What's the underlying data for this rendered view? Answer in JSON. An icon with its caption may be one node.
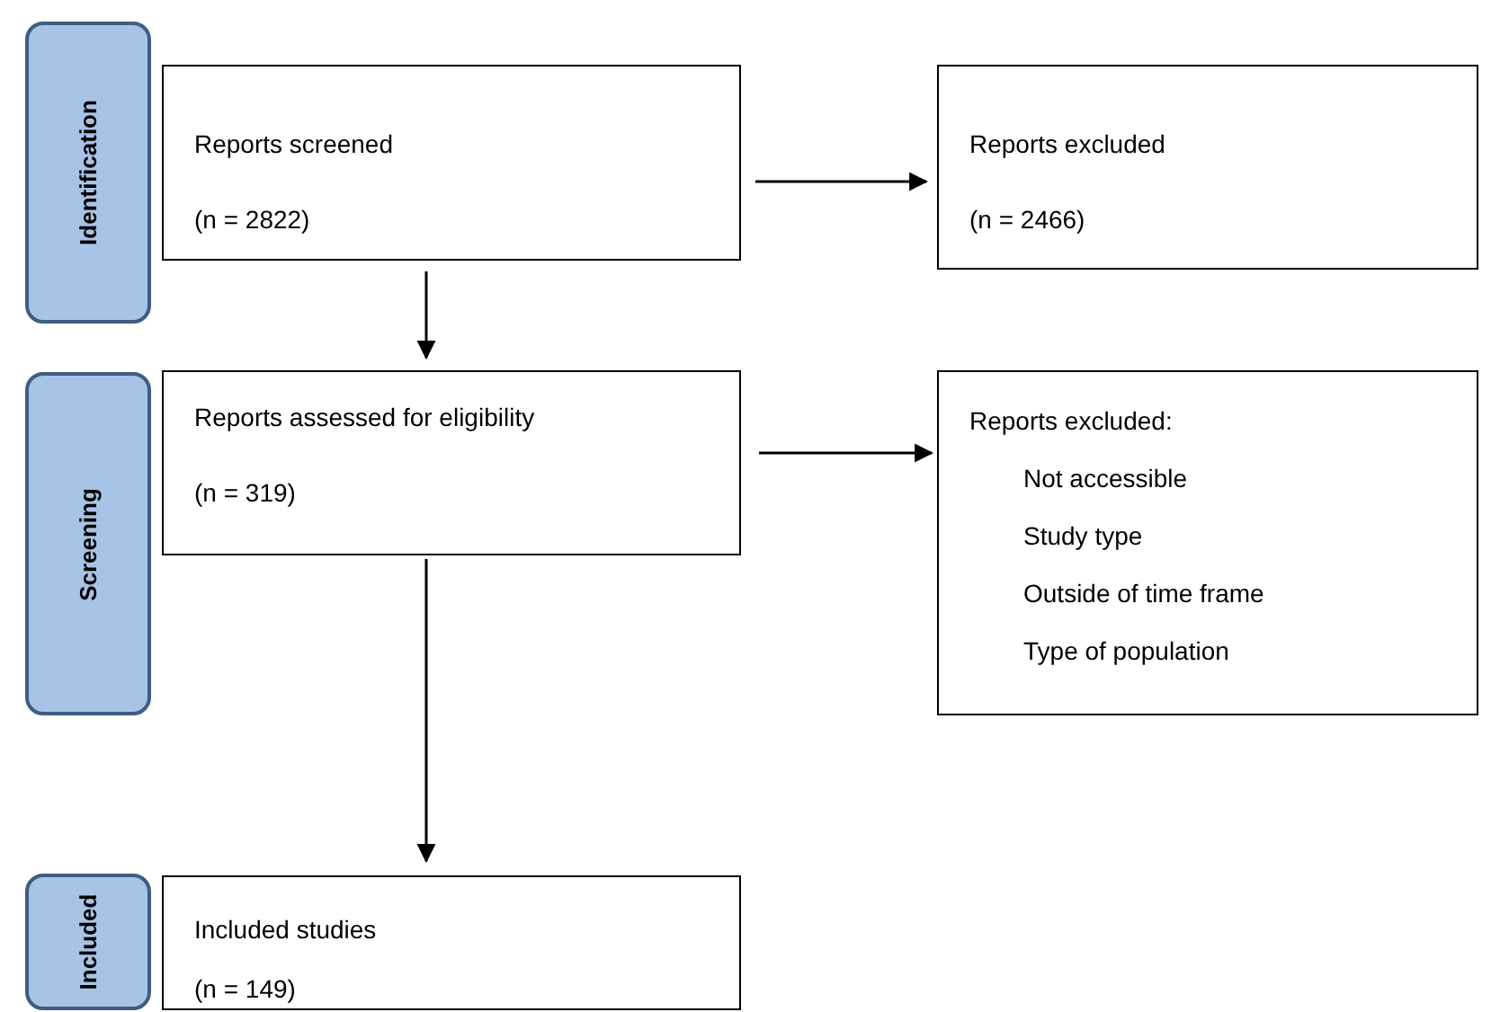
{
  "diagram": {
    "nodes": [
      {
        "text": [
          "Identification"
        ]
      },
      {
        "text": [
          "Reports screened",
          "(n = 2822)"
        ]
      },
      {
        "text": [
          "Reports excluded",
          "(n = 2466)"
        ]
      },
      {
        "text": [
          "Screening"
        ]
      },
      {
        "text": [
          "Reports assessed for eligibility",
          "(n = 319)"
        ]
      },
      {
        "text": [
          "Reports excluded:",
          "Not accessible",
          "Study type",
          "Outside of time frame",
          "Type of population"
        ]
      },
      {
        "text": [
          "Included"
        ]
      },
      {
        "text": [
          "Included studies",
          "(n = 149)"
        ]
      }
    ],
    "edges": [
      {
        "from": 1,
        "to": 2,
        "arrow": "to"
      },
      {
        "from": 1,
        "to": 4,
        "arrow": "to"
      },
      {
        "from": 4,
        "to": 5,
        "arrow": "to"
      },
      {
        "from": 4,
        "to": 7,
        "arrow": "to"
      }
    ]
  }
}
